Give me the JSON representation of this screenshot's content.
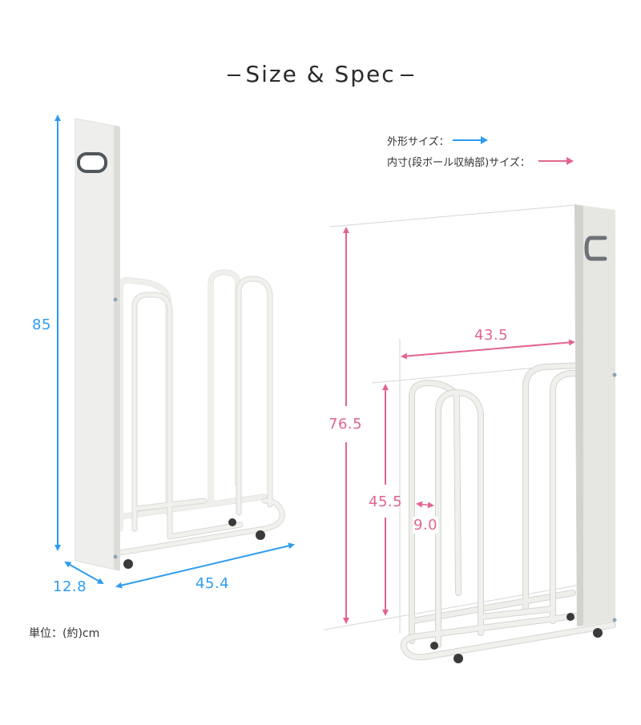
{
  "title": "Size & Spec",
  "legend": {
    "outer_label": "外形サイズ：",
    "inner_label": "内寸(段ボール収納部)サイズ：",
    "outer_color": "#2e9cf0",
    "inner_color": "#e2668c"
  },
  "unit_note": "単位：(約)cm",
  "left_view": {
    "height": "85",
    "depth": "12.8",
    "width": "45.4"
  },
  "right_view": {
    "outer_height": "76.5",
    "inner_width": "43.5",
    "inner_height": "45.5",
    "slot_gap": "9.0"
  }
}
